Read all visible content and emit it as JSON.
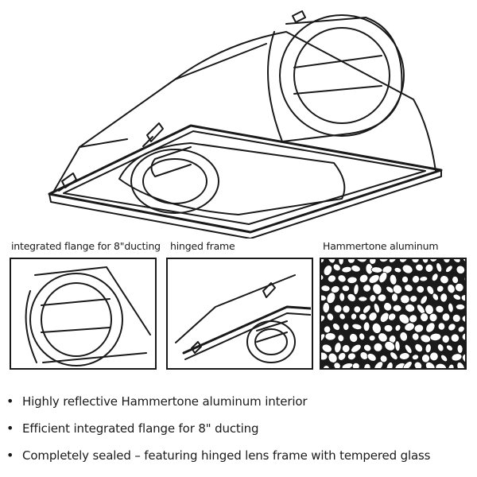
{
  "captions": {
    "flange": "integrated flange for 8\"ducting",
    "frame": "hinged frame",
    "texture": "Hammertone aluminum"
  },
  "features": [
    "Highly reflective Hammertone aluminum interior",
    "Efficient integrated flange for 8\" ducting",
    "Completely sealed – featuring hinged lens frame with tempered glass"
  ],
  "bullet_glyph": "•",
  "colors": {
    "ink": "#1a1a1a",
    "background": "#ffffff"
  }
}
